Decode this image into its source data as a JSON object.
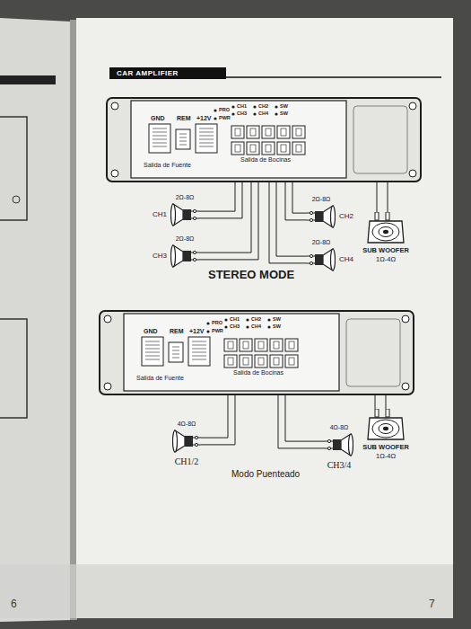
{
  "diagram": {
    "title": "CAR AMPLIFIER",
    "nodes": [
      {
        "text": [
          "Salida de Fuente",
          "Salida de Bocinas"
        ]
      },
      {
        "text": [
          "2Ω-8Ω",
          "CH1"
        ]
      },
      {
        "text": [
          "2Ω-8Ω",
          "CH2"
        ]
      },
      {
        "text": [
          "SUB WOOFER",
          "1Ω-4Ω"
        ]
      },
      {
        "text": [
          "2Ω-8Ω",
          "CH3"
        ]
      },
      {
        "text": [
          "2Ω-8Ω",
          "CH4"
        ]
      },
      {
        "text": [
          "Salida de Fuente",
          "Salida de Bocinas"
        ]
      },
      {
        "text": [
          "4Ω-8Ω",
          "CH1/2"
        ]
      },
      {
        "text": [
          "4Ω-8Ω",
          "CH3/4"
        ]
      },
      {
        "text": [
          "SUB WOOFER",
          "1Ω-4Ω"
        ]
      }
    ],
    "edges": [
      {
        "from": 0,
        "to": 1,
        "arrow": "none"
      },
      {
        "from": 0,
        "to": 1,
        "arrow": "none"
      },
      {
        "from": 0,
        "to": 2,
        "arrow": "none"
      },
      {
        "from": 0,
        "to": 2,
        "arrow": "none"
      },
      {
        "from": 0,
        "to": 3,
        "arrow": "none"
      },
      {
        "from": 0,
        "to": 3,
        "arrow": "none"
      },
      {
        "from": 0,
        "to": 4,
        "arrow": "none"
      },
      {
        "from": 0,
        "to": 4,
        "arrow": "none"
      },
      {
        "from": 0,
        "to": 5,
        "arrow": "none"
      },
      {
        "from": 0,
        "to": 5,
        "arrow": "none"
      },
      {
        "from": 6,
        "to": 7,
        "arrow": "none"
      },
      {
        "from": 6,
        "to": 7,
        "arrow": "none"
      },
      {
        "from": 6,
        "to": 8,
        "arrow": "none"
      },
      {
        "from": 6,
        "to": 8,
        "arrow": "none"
      },
      {
        "from": 6,
        "to": 9,
        "arrow": "none"
      },
      {
        "from": 6,
        "to": 9,
        "arrow": "none"
      }
    ],
    "labels": [
      "GND",
      "REM",
      "+12V",
      "PRO",
      "PWR",
      "CH1",
      "CH3",
      "CH2",
      "CH4",
      "SW",
      "SW",
      "STEREO MODE",
      "GND",
      "REM",
      "+12V",
      "PRO",
      "PWR",
      "CH1",
      "CH3",
      "CH2",
      "CH4",
      "SW",
      "SW",
      "Modo Puenteado",
      "6",
      "7"
    ]
  }
}
